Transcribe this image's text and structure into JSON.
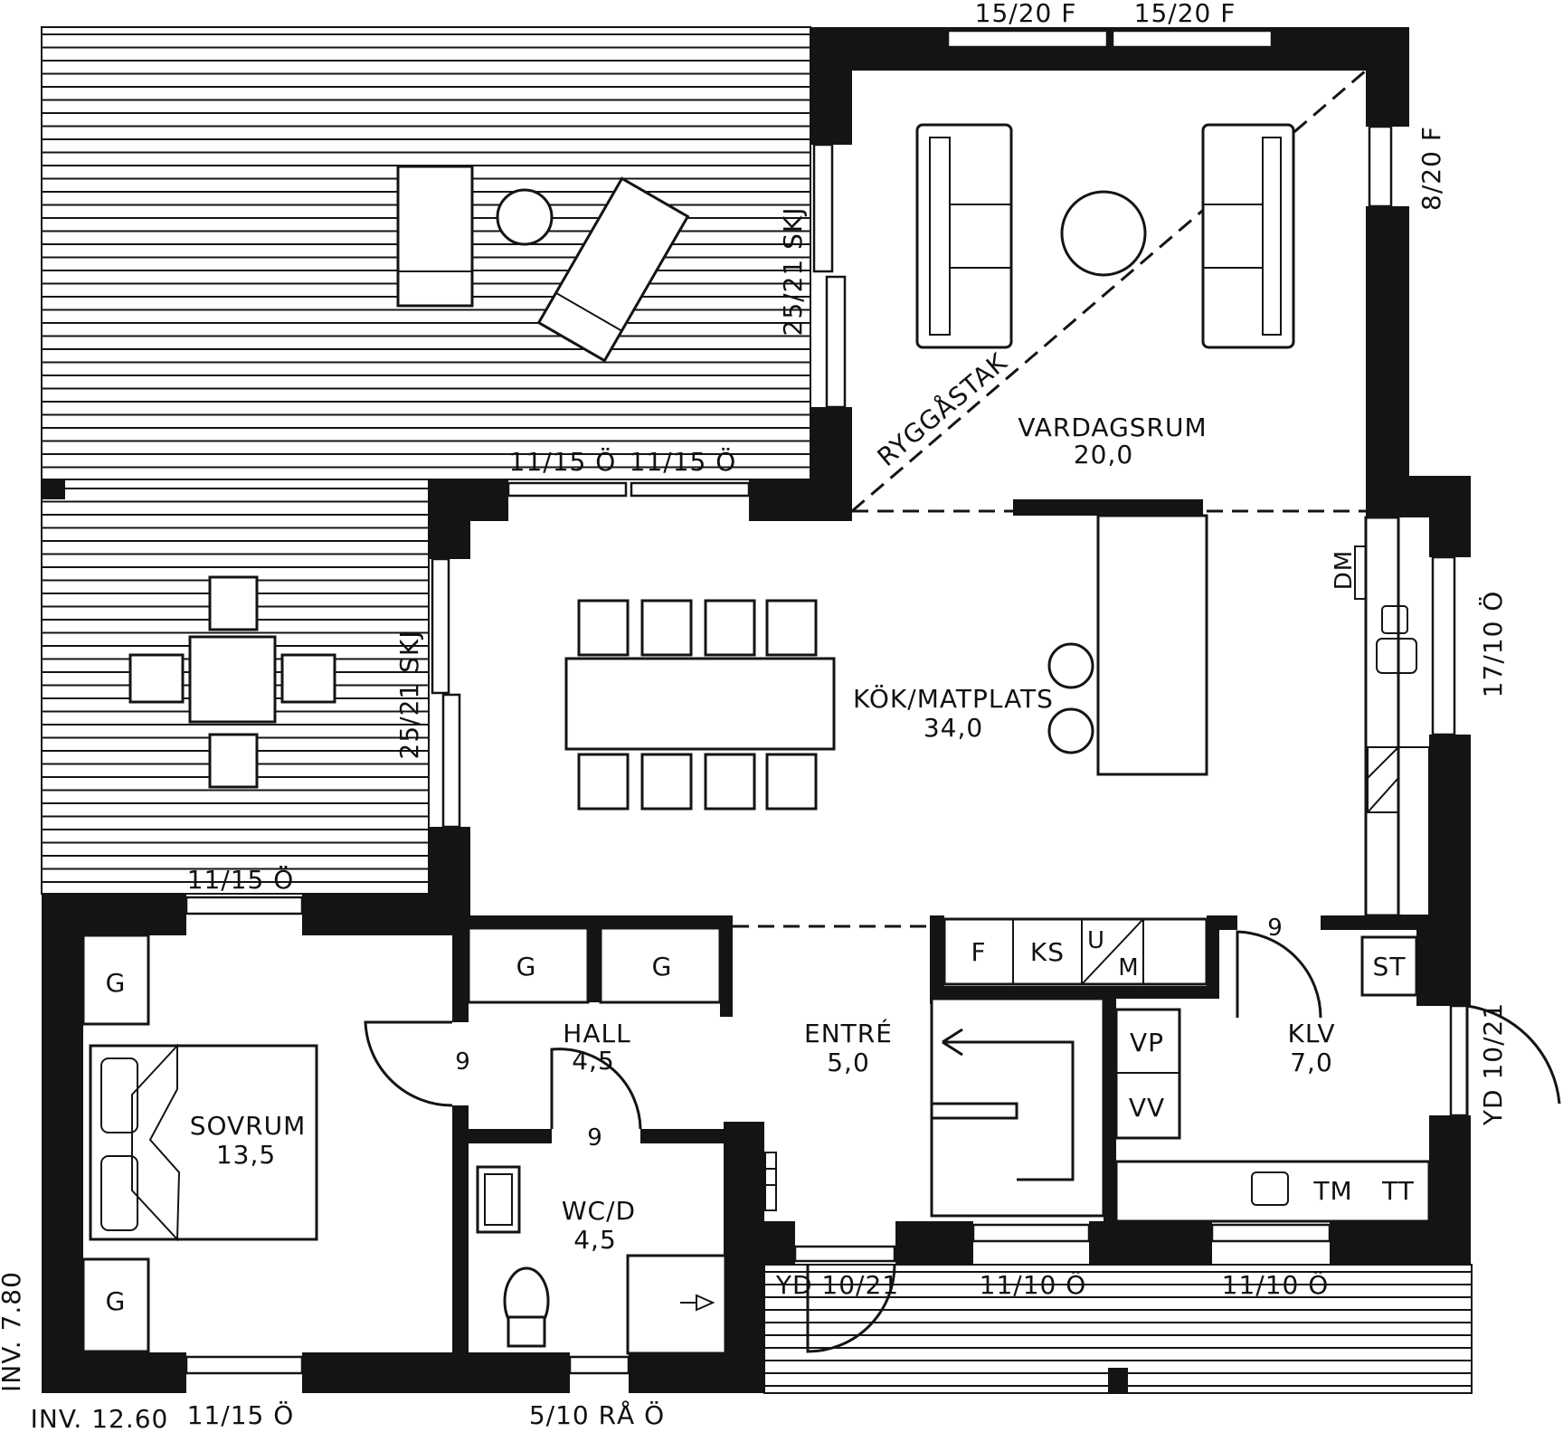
{
  "rooms": {
    "vardagsrum": {
      "name": "VARDAGSRUM",
      "area": "20,0"
    },
    "kok": {
      "name": "KÖK/MATPLATS",
      "area": "34,0"
    },
    "sovrum": {
      "name": "SOVRUM",
      "area": "13,5"
    },
    "hall": {
      "name": "HALL",
      "area": "4,5"
    },
    "entre": {
      "name": "ENTRÉ",
      "area": "5,0"
    },
    "wc": {
      "name": "WC/D",
      "area": "4,5"
    },
    "klv": {
      "name": "KLV",
      "area": "7,0"
    }
  },
  "windows": {
    "top_1": "15/20 F",
    "top_2": "15/20 F",
    "right_top": "8/20 F",
    "terrace_1": "11/15 Ö",
    "terrace_2": "11/15 Ö",
    "deck_left": "11/15 Ö",
    "kitchen_right": "17/10 Ö",
    "bottom_1": "11/10 Ö",
    "bottom_2": "11/10 Ö",
    "bedroom_bottom": "11/15 Ö",
    "wc_bottom": "5/10 RÅ Ö"
  },
  "doors": {
    "terrace_slide": "25/21 SKJ",
    "deck_slide": "25/21 SKJ",
    "entrance": "YD 10/21",
    "utility": "YD 10/21"
  },
  "roof": {
    "label": "RYGGÅSTAK"
  },
  "levels": {
    "left": "INV. 7.80",
    "bottom": "INV. 12.60"
  },
  "fixtures": {
    "dm": "DM",
    "f": "F",
    "ks": "KS",
    "u": "U",
    "m": "M",
    "st": "ST",
    "vp": "VP",
    "vv": "VV",
    "tm": "TM",
    "tt": "TT",
    "g_bed_top": "G",
    "g_bed_bottom": "G",
    "g_hall_1": "G",
    "g_hall_2": "G",
    "num_hall": "9",
    "num_wc": "9",
    "num_klv": "9"
  }
}
